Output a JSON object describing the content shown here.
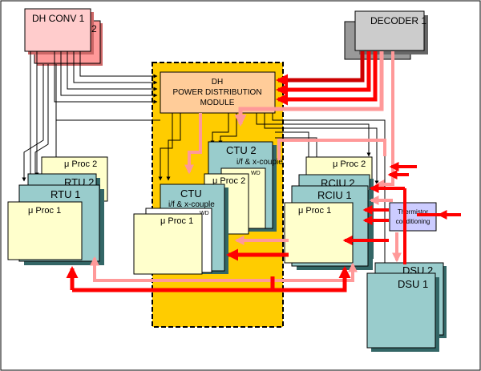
{
  "dh_conv": {
    "front": "DH CONV 1",
    "back": "2"
  },
  "decoder": {
    "front": "DECODER 1"
  },
  "pdm": {
    "line1": "DH",
    "line2": "POWER DISTRIBUTION",
    "line3": "MODULE"
  },
  "ctu": {
    "back_title": "CTU 2",
    "back_sub": "i/f & x-couple",
    "back_proc": "μ Proc 2",
    "front_title": "CTU",
    "front_sub": "i/f & x-couple",
    "front_proc": "μ Proc 1",
    "wd": "WD"
  },
  "rtu": {
    "back_title": "RTU 2",
    "back_proc": "μ Proc 2",
    "front_title": "RTU 1",
    "front_proc": "μ Proc 1"
  },
  "rciu": {
    "back_title": "RCIU 2",
    "back_proc": "μ Proc 2",
    "front_title": "RCIU 1",
    "front_proc": "μ Proc 1"
  },
  "dsu": {
    "back_title": "DSU 2",
    "front_title": "DSU 1"
  },
  "thermistor": {
    "line1": "Thermistor",
    "line2": "conditioning"
  },
  "colors": {
    "yellow_panel": "#ffcc00",
    "pdm_fill": "#ffcc99",
    "teal": "#99cccc",
    "teal_dark": "#669999",
    "pale_yellow": "#ffffcc",
    "pink": "#ffcccc",
    "grey": "#cccccc",
    "red": "#ff0000",
    "pink_line": "#ff9999",
    "dark_red": "#cc0000",
    "lavender": "#ccccff"
  }
}
